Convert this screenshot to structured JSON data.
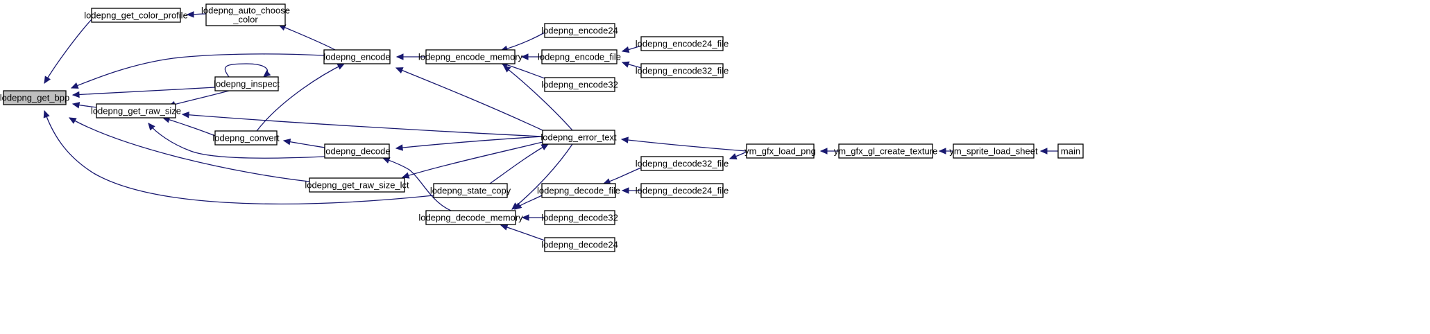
{
  "diagram": {
    "type": "call-graph",
    "nodes": [
      {
        "id": "get_bpp",
        "lines": [
          "lodepng_get_bpp"
        ],
        "highlight": true
      },
      {
        "id": "get_color_profile",
        "lines": [
          "lodepng_get_color_profile"
        ]
      },
      {
        "id": "auto_choose_color",
        "lines": [
          "lodepng_auto_choose",
          "_color"
        ]
      },
      {
        "id": "encode",
        "lines": [
          "lodepng_encode"
        ]
      },
      {
        "id": "inspect",
        "lines": [
          "lodepng_inspect"
        ]
      },
      {
        "id": "get_raw_size",
        "lines": [
          "lodepng_get_raw_size"
        ]
      },
      {
        "id": "convert",
        "lines": [
          "lodepng_convert"
        ]
      },
      {
        "id": "decode",
        "lines": [
          "lodepng_decode"
        ]
      },
      {
        "id": "get_raw_size_lct",
        "lines": [
          "lodepng_get_raw_size_lct"
        ]
      },
      {
        "id": "state_copy",
        "lines": [
          "lodepng_state_copy"
        ]
      },
      {
        "id": "encode_memory",
        "lines": [
          "lodepng_encode_memory"
        ]
      },
      {
        "id": "decode_memory",
        "lines": [
          "lodepng_decode_memory"
        ]
      },
      {
        "id": "encode24",
        "lines": [
          "lodepng_encode24"
        ]
      },
      {
        "id": "encode_file",
        "lines": [
          "lodepng_encode_file"
        ]
      },
      {
        "id": "encode32",
        "lines": [
          "lodepng_encode32"
        ]
      },
      {
        "id": "error_text",
        "lines": [
          "lodepng_error_text"
        ]
      },
      {
        "id": "decode_file",
        "lines": [
          "lodepng_decode_file"
        ]
      },
      {
        "id": "decode32",
        "lines": [
          "lodepng_decode32"
        ]
      },
      {
        "id": "decode24",
        "lines": [
          "lodepng_decode24"
        ]
      },
      {
        "id": "encode24_file",
        "lines": [
          "lodepng_encode24_file"
        ]
      },
      {
        "id": "encode32_file",
        "lines": [
          "lodepng_encode32_file"
        ]
      },
      {
        "id": "decode32_file",
        "lines": [
          "lodepng_decode32_file"
        ]
      },
      {
        "id": "decode24_file",
        "lines": [
          "lodepng_decode24_file"
        ]
      },
      {
        "id": "ym_gfx_load_png",
        "lines": [
          "ym_gfx_load_png"
        ]
      },
      {
        "id": "ym_gfx_gl_create_texture",
        "lines": [
          "ym_gfx_gl_create_texture"
        ]
      },
      {
        "id": "ym_sprite_load_sheet",
        "lines": [
          "ym_sprite_load_sheet"
        ]
      },
      {
        "id": "main",
        "lines": [
          "main"
        ]
      }
    ],
    "edges": [
      {
        "from": "get_color_profile",
        "to": "get_bpp"
      },
      {
        "from": "encode",
        "to": "get_bpp"
      },
      {
        "from": "inspect",
        "to": "get_bpp"
      },
      {
        "from": "get_raw_size",
        "to": "get_bpp"
      },
      {
        "from": "get_raw_size_lct",
        "to": "get_bpp"
      },
      {
        "from": "state_copy",
        "to": "get_bpp"
      },
      {
        "from": "auto_choose_color",
        "to": "get_color_profile"
      },
      {
        "from": "encode",
        "to": "auto_choose_color"
      },
      {
        "from": "inspect",
        "to": "inspect"
      },
      {
        "from": "inspect",
        "to": "get_raw_size"
      },
      {
        "from": "convert",
        "to": "get_raw_size"
      },
      {
        "from": "decode",
        "to": "get_raw_size"
      },
      {
        "from": "error_text",
        "to": "get_raw_size"
      },
      {
        "from": "convert",
        "to": "encode"
      },
      {
        "from": "decode",
        "to": "convert"
      },
      {
        "from": "encode_memory",
        "to": "encode"
      },
      {
        "from": "error_text",
        "to": "encode"
      },
      {
        "from": "error_text",
        "to": "decode"
      },
      {
        "from": "decode_memory",
        "to": "decode"
      },
      {
        "from": "error_text",
        "to": "get_raw_size_lct"
      },
      {
        "from": "state_copy",
        "to": "error_text"
      },
      {
        "from": "encode24",
        "to": "encode_memory"
      },
      {
        "from": "encode_file",
        "to": "encode_memory"
      },
      {
        "from": "encode32",
        "to": "encode_memory"
      },
      {
        "from": "error_text",
        "to": "encode_memory"
      },
      {
        "from": "encode24_file",
        "to": "encode_file"
      },
      {
        "from": "encode32_file",
        "to": "encode_file"
      },
      {
        "from": "error_text",
        "to": "decode_memory"
      },
      {
        "from": "decode_file",
        "to": "decode_memory"
      },
      {
        "from": "decode32",
        "to": "decode_memory"
      },
      {
        "from": "decode24",
        "to": "decode_memory"
      },
      {
        "from": "decode32_file",
        "to": "decode_file"
      },
      {
        "from": "decode24_file",
        "to": "decode_file"
      },
      {
        "from": "ym_gfx_load_png",
        "to": "error_text"
      },
      {
        "from": "ym_gfx_load_png",
        "to": "decode32_file"
      },
      {
        "from": "ym_gfx_gl_create_texture",
        "to": "ym_gfx_load_png"
      },
      {
        "from": "ym_sprite_load_sheet",
        "to": "ym_gfx_gl_create_texture"
      },
      {
        "from": "main",
        "to": "ym_sprite_load_sheet"
      }
    ],
    "colors": {
      "edge": "#191970",
      "node_border": "#000000",
      "node_fill": "#ffffff",
      "highlight_fill": "#bfbfbf",
      "text": "#000000"
    }
  }
}
